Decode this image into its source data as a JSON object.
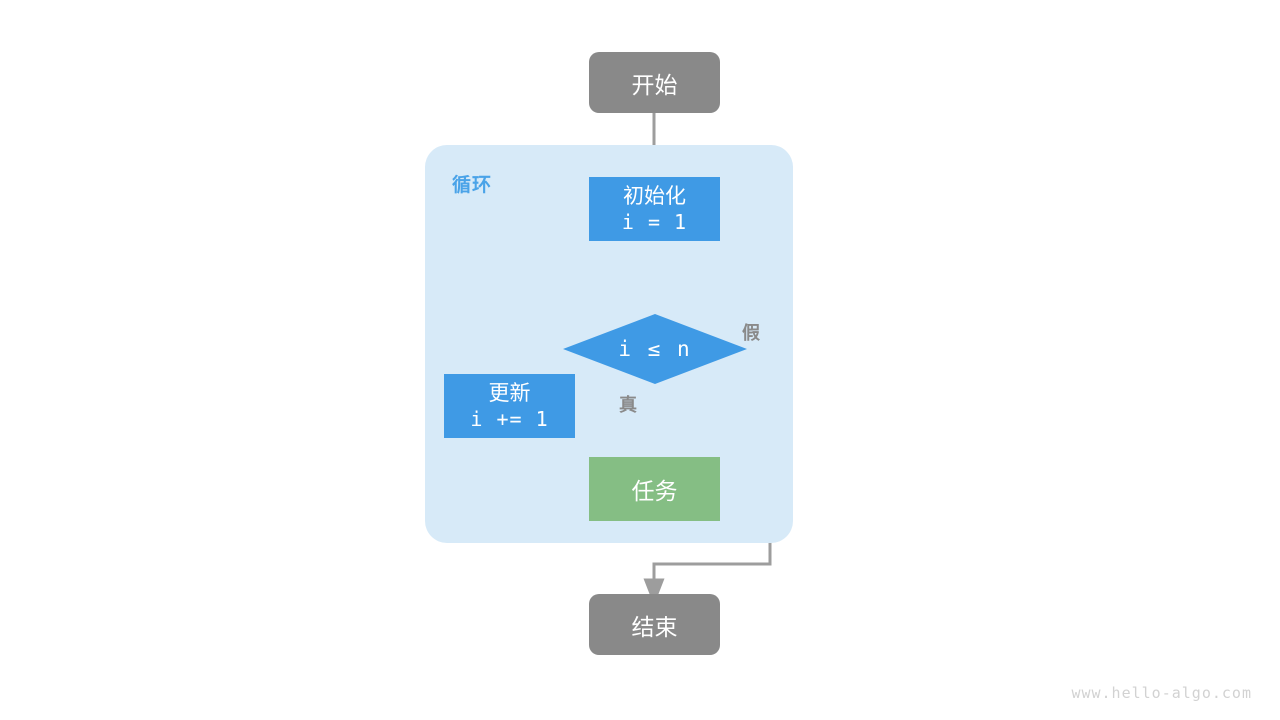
{
  "diagram": {
    "title_watermark": "www.hello-algo.com",
    "loop_container": {
      "label": "循环"
    },
    "nodes": [
      {
        "id": "start",
        "label": "开始",
        "sublabel": "",
        "shape": "rounded-rect",
        "color": "#898989"
      },
      {
        "id": "init",
        "label": "初始化",
        "sublabel": "i = 1",
        "shape": "rect",
        "color": "#3f9ae5"
      },
      {
        "id": "cond",
        "label": "i ≤ n",
        "sublabel": "",
        "shape": "diamond",
        "color": "#3f9ae5"
      },
      {
        "id": "update",
        "label": "更新",
        "sublabel": "i += 1",
        "shape": "rect",
        "color": "#3f9ae5"
      },
      {
        "id": "task",
        "label": "任务",
        "sublabel": "",
        "shape": "rect",
        "color": "#85be84"
      },
      {
        "id": "end",
        "label": "结束",
        "sublabel": "",
        "shape": "rounded-rect",
        "color": "#898989"
      }
    ],
    "edge_labels": {
      "true_branch": "真",
      "false_branch": "假"
    },
    "colors": {
      "terminal": "#898989",
      "process": "#3f9ae5",
      "task": "#85be84",
      "container": "#d7eaf8",
      "arrow": "#9d9d9d",
      "loop_title": "#4aa3e8",
      "watermark": "#d2d2d2"
    }
  }
}
